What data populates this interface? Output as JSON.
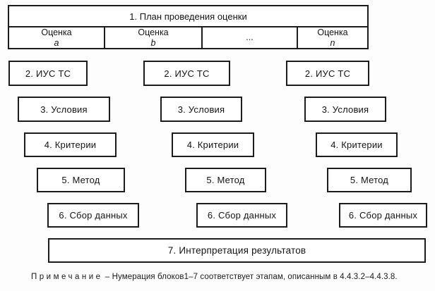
{
  "plan": {
    "title": "1. План проведения оценки",
    "cells": [
      {
        "label": "Оценка",
        "index": "a"
      },
      {
        "label": "Оценка",
        "index": "b"
      },
      {
        "label": "...",
        "index": ""
      },
      {
        "label": "Оценка",
        "index": "n"
      }
    ]
  },
  "branches": [
    {
      "steps": [
        "2. ИУС ТС",
        "3. Условия",
        "4. Критерии",
        "5. Метод",
        "6. Сбор данных"
      ]
    },
    {
      "steps": [
        "2. ИУС ТС",
        "3. Условия",
        "4. Критерии",
        "5. Метод",
        "6. Сбор данных"
      ]
    },
    {
      "steps": [
        "2. ИУС ТС",
        "3. Условия",
        "4. Критерии",
        "5. Метод",
        "6. Сбор данных"
      ]
    }
  ],
  "interpretation": "7. Интерпретация результатов",
  "note": {
    "label": "Примечание",
    "text": "– Нумерация блоков1–7 соответствует этапам, описанным в 4.4.3.2–4.4.3.8."
  },
  "colors": {
    "border": "#1c1c1c",
    "background": "#ffffff",
    "text": "#141414"
  }
}
